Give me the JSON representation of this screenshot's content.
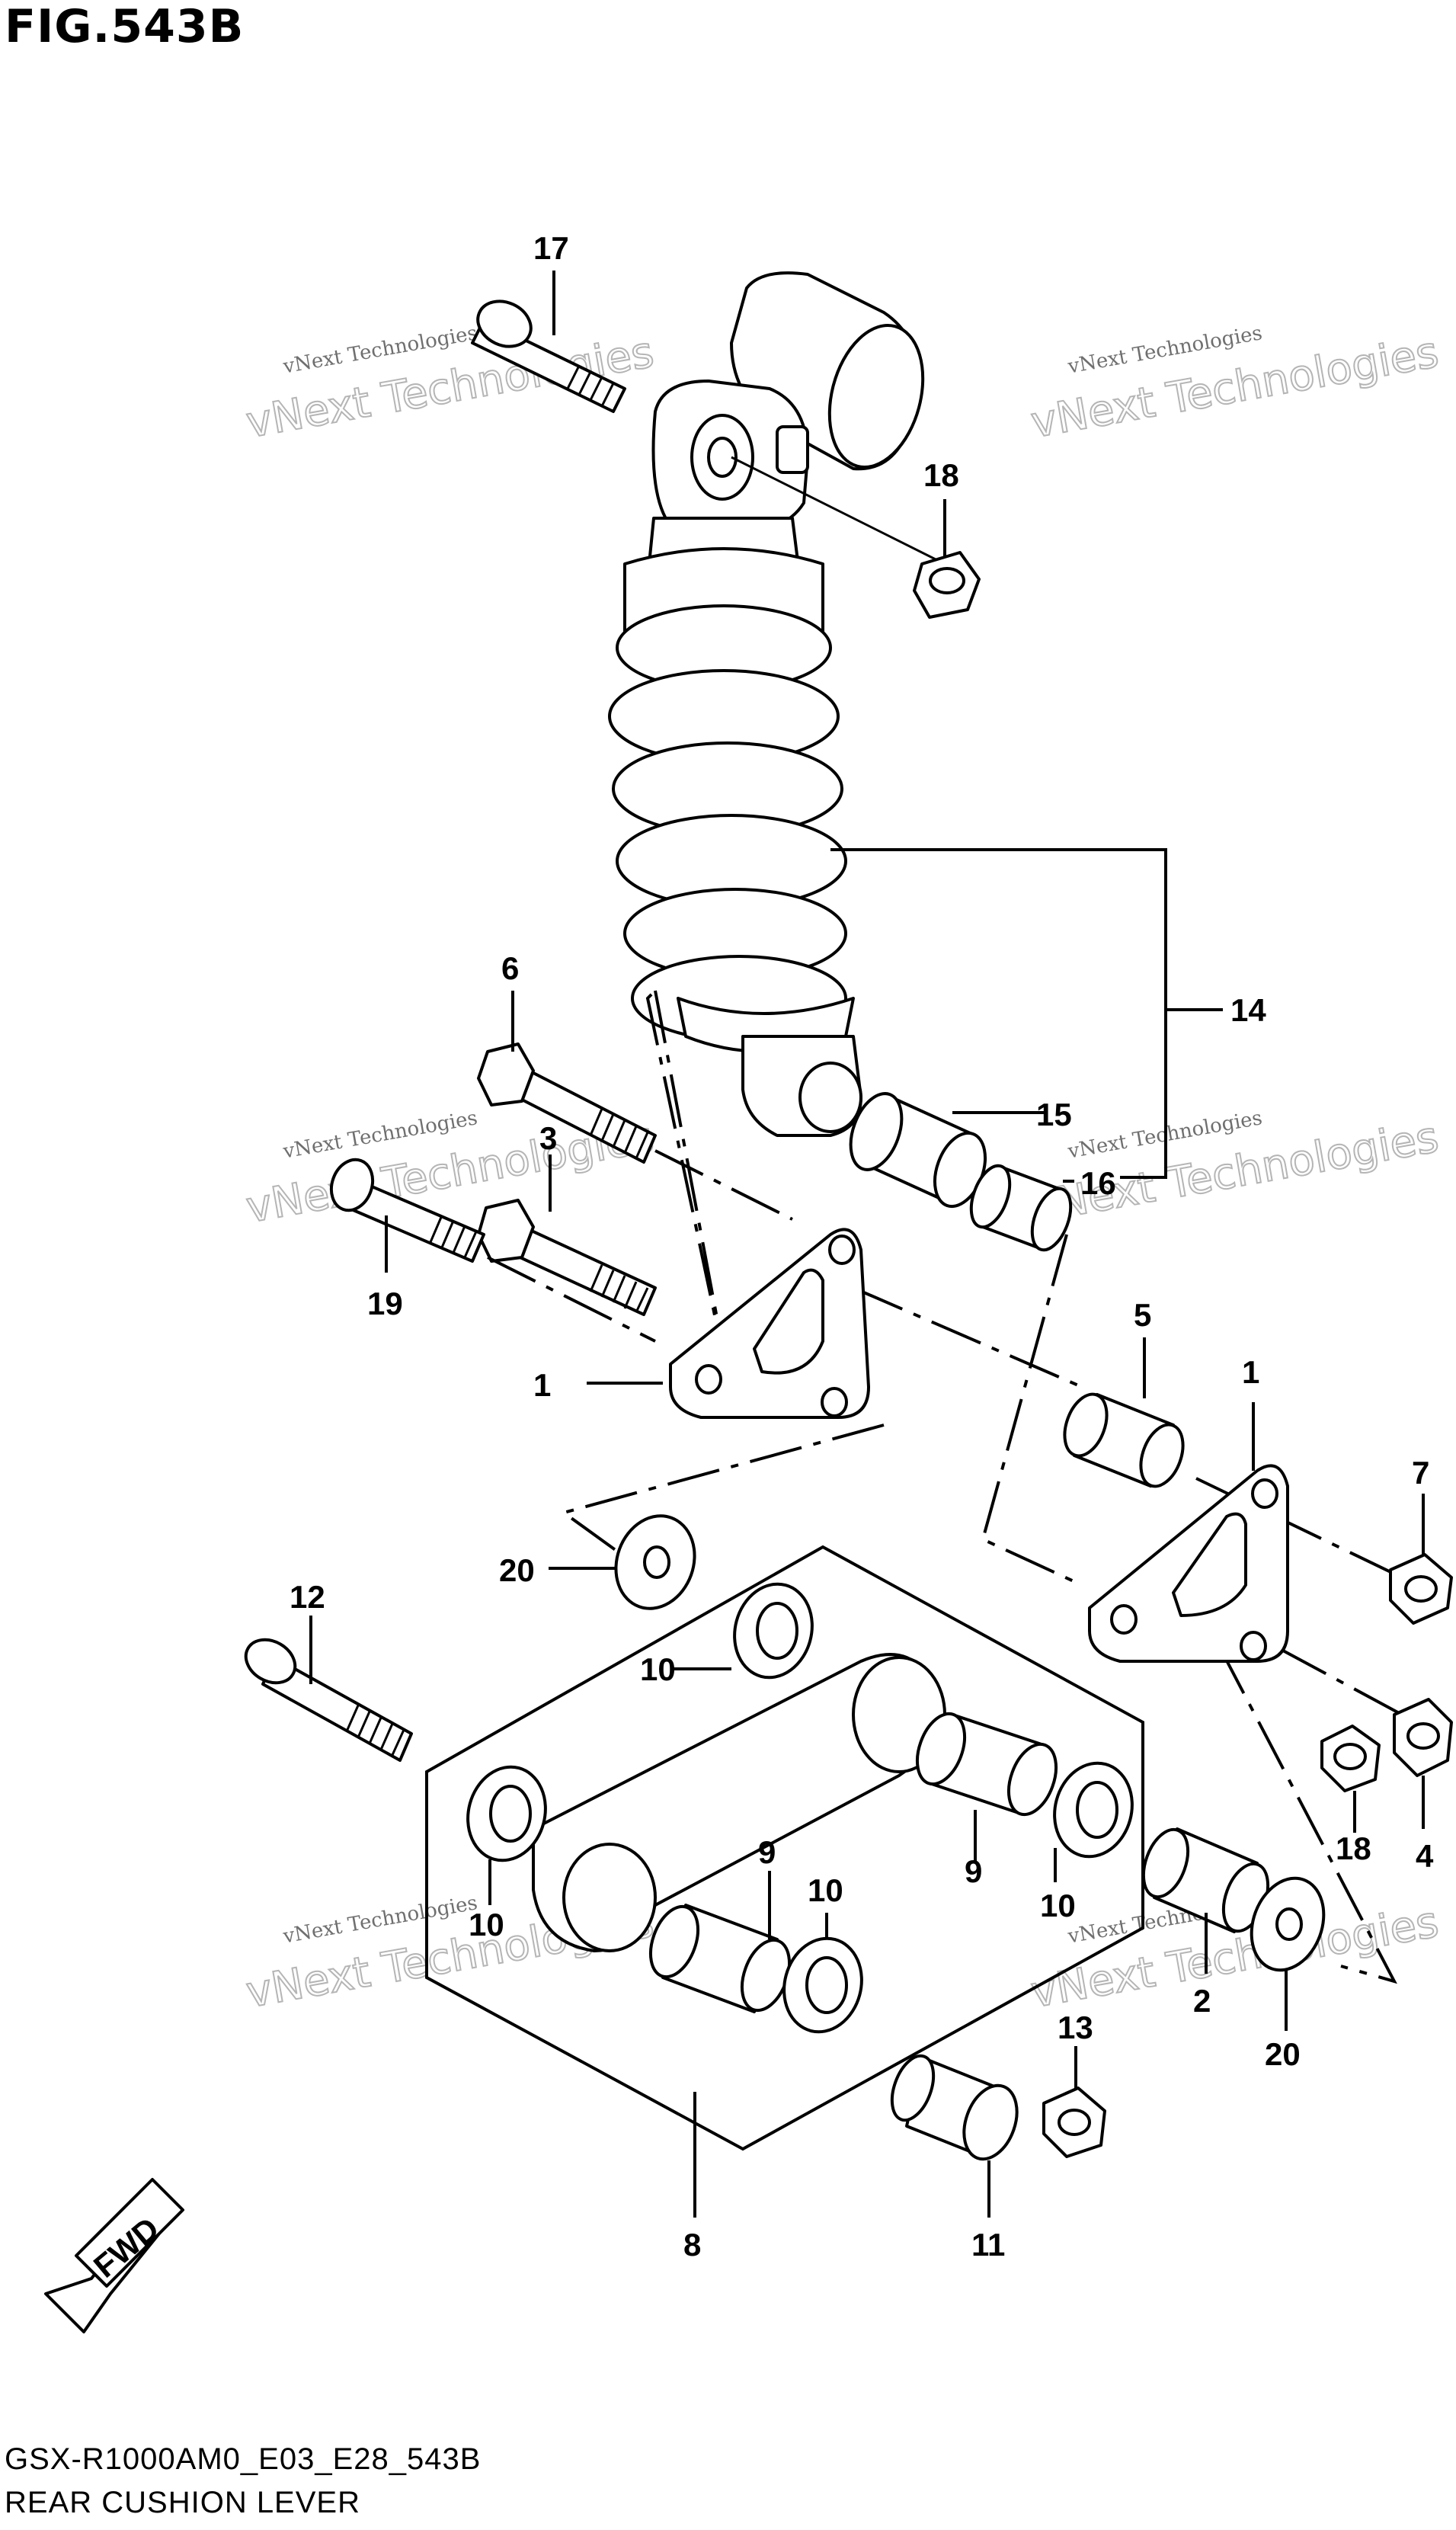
{
  "figure": {
    "title": "FIG.543B",
    "code": "GSX-R1000AM0_E03_E28_543B",
    "name": "REAR CUSHION LEVER",
    "fwd_label": "FWD"
  },
  "watermark": {
    "line1": "vNext Technologies",
    "line2": "vNext Technologies"
  },
  "callouts": [
    {
      "id": "c1a",
      "text": "1"
    },
    {
      "id": "c1b",
      "text": "1"
    },
    {
      "id": "c2",
      "text": "2"
    },
    {
      "id": "c3",
      "text": "3"
    },
    {
      "id": "c4",
      "text": "4"
    },
    {
      "id": "c5",
      "text": "5"
    },
    {
      "id": "c6",
      "text": "6"
    },
    {
      "id": "c7",
      "text": "7"
    },
    {
      "id": "c8",
      "text": "8"
    },
    {
      "id": "c9a",
      "text": "9"
    },
    {
      "id": "c9b",
      "text": "9"
    },
    {
      "id": "c10a",
      "text": "10"
    },
    {
      "id": "c10b",
      "text": "10"
    },
    {
      "id": "c10c",
      "text": "10"
    },
    {
      "id": "c10d",
      "text": "10"
    },
    {
      "id": "c11",
      "text": "11"
    },
    {
      "id": "c12",
      "text": "12"
    },
    {
      "id": "c13",
      "text": "13"
    },
    {
      "id": "c14",
      "text": "14"
    },
    {
      "id": "c15",
      "text": "15"
    },
    {
      "id": "c16",
      "text": "16"
    },
    {
      "id": "c17",
      "text": "17"
    },
    {
      "id": "c18a",
      "text": "18"
    },
    {
      "id": "c18b",
      "text": "18"
    },
    {
      "id": "c19",
      "text": "19"
    },
    {
      "id": "c20a",
      "text": "20"
    },
    {
      "id": "c20b",
      "text": "20"
    }
  ]
}
